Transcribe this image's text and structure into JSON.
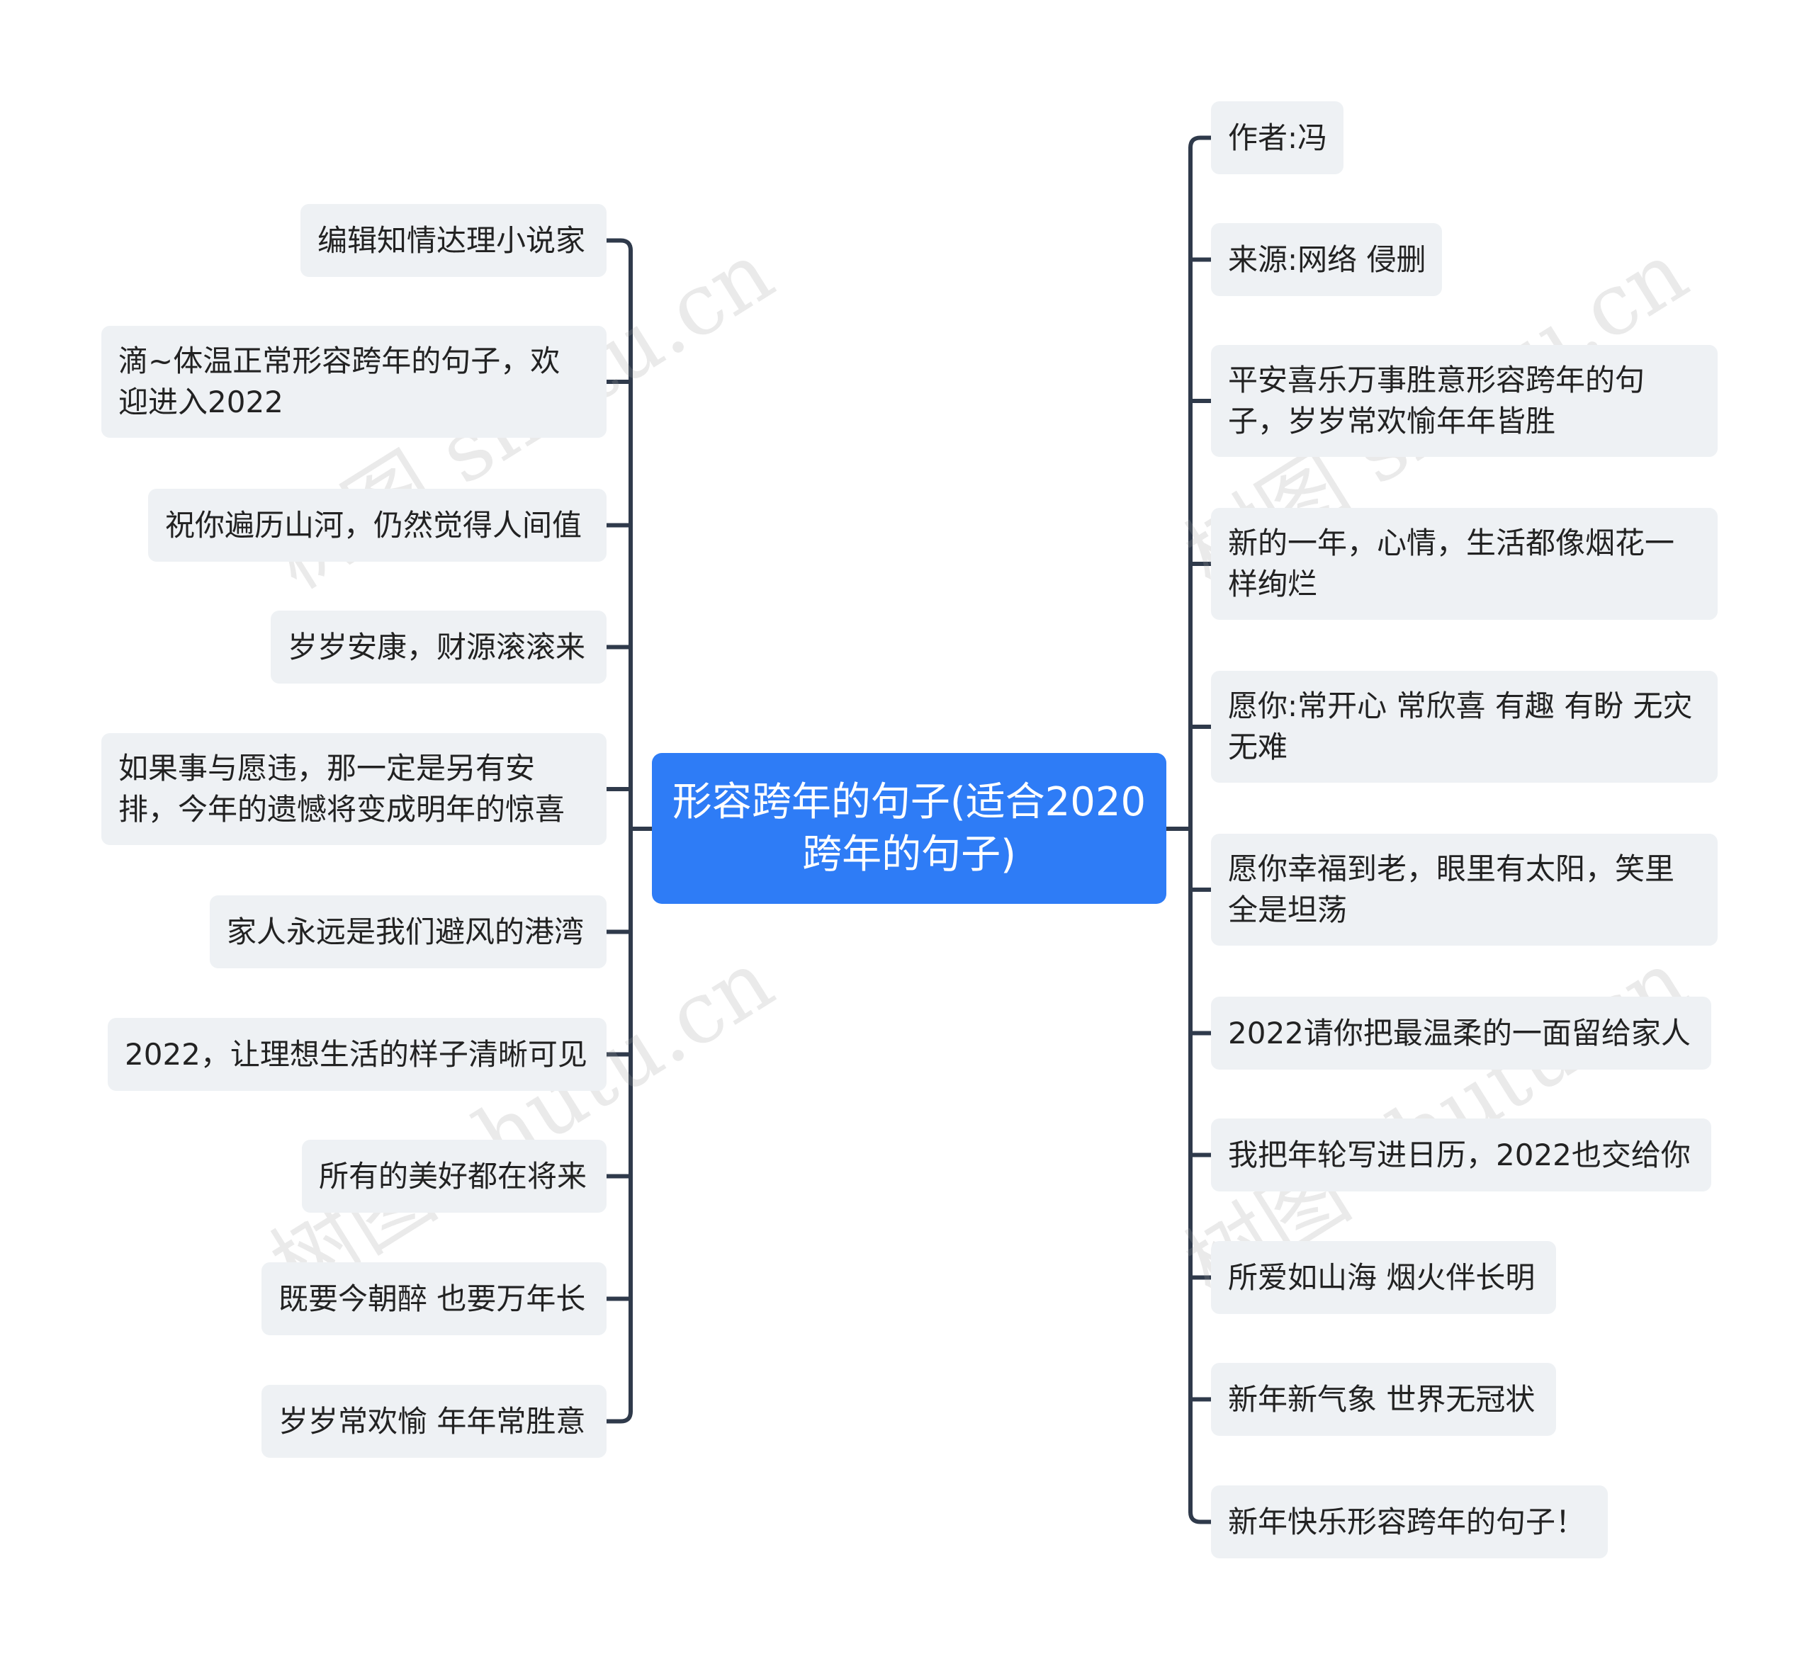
{
  "root": {
    "label": "形容跨年的句子(适合2020跨年的句子)"
  },
  "left": [
    "编辑知情达理小说家",
    "滴~体温正常形容跨年的句子，欢迎进入2022",
    "祝你遍历山河，仍然觉得人间值",
    "岁岁安康，财源滚滚来",
    "如果事与愿违，那一定是另有安排，今年的遗憾将变成明年的惊喜",
    "家人永远是我们避风的港湾",
    "2022，让理想生活的样子清晰可见",
    "所有的美好都在将来",
    "既要今朝醉 也要万年长",
    "岁岁常欢愉 年年常胜意"
  ],
  "right": [
    "作者:冯",
    "来源:网络 侵删",
    "平安喜乐万事胜意形容跨年的句子，岁岁常欢愉年年皆胜",
    "新的一年，心情，生活都像烟花一样绚烂",
    "愿你:常开心 常欣喜 有趣 有盼 无灾 无难",
    "愿你幸福到老，眼里有太阳，笑里全是坦荡",
    "2022请你把最温柔的一面留给家人",
    "我把年轮写进日历，2022也交给你",
    "所爱如山海 烟火伴长明",
    "新年新气象 世界无冠状",
    "新年快乐形容跨年的句子！"
  ],
  "watermark": "树图 shutu.cn",
  "colors": {
    "root": "#2e7cf6",
    "node": "#eef1f4",
    "line": "#2f3a4b"
  }
}
